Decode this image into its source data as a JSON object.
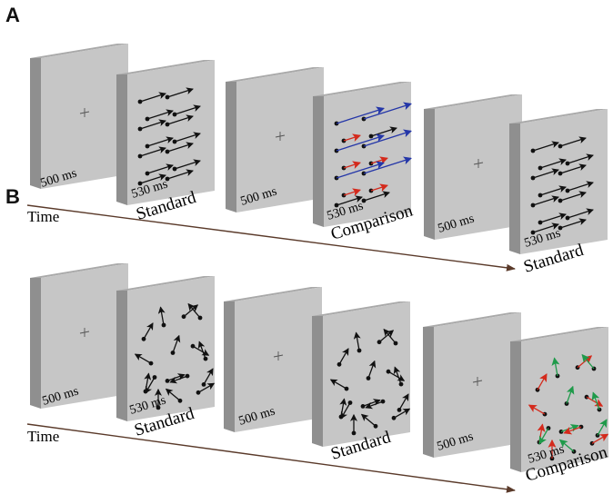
{
  "panels": [
    {
      "letter": "A",
      "time_label": "Time",
      "frames": [
        {
          "kind": "fixation",
          "duration": "500 ms",
          "caption": ""
        },
        {
          "kind": "stimulus",
          "duration": "530 ms",
          "caption": "Standard",
          "pattern": "parallel",
          "arrow_colors": [
            "black"
          ]
        },
        {
          "kind": "fixation",
          "duration": "500 ms",
          "caption": ""
        },
        {
          "kind": "stimulus",
          "duration": "530 ms",
          "caption": "Comparison",
          "pattern": "parallel",
          "arrow_colors": [
            "blue",
            "red",
            "black"
          ]
        },
        {
          "kind": "fixation",
          "duration": "500 ms",
          "caption": ""
        },
        {
          "kind": "stimulus",
          "duration": "530 ms",
          "caption": "Standard",
          "pattern": "parallel",
          "arrow_colors": [
            "black"
          ]
        }
      ]
    },
    {
      "letter": "B",
      "time_label": "Time",
      "frames": [
        {
          "kind": "fixation",
          "duration": "500 ms",
          "caption": ""
        },
        {
          "kind": "stimulus",
          "duration": "530 ms",
          "caption": "Standard",
          "pattern": "random",
          "arrow_colors": [
            "black"
          ]
        },
        {
          "kind": "fixation",
          "duration": "500 ms",
          "caption": ""
        },
        {
          "kind": "stimulus",
          "duration": "",
          "caption": "Standard",
          "pattern": "random",
          "arrow_colors": [
            "black"
          ]
        },
        {
          "kind": "fixation",
          "duration": "500 ms",
          "caption": ""
        },
        {
          "kind": "stimulus",
          "duration": "530 ms",
          "caption": "Comparison",
          "pattern": "random",
          "arrow_colors": [
            "red",
            "green"
          ]
        }
      ]
    }
  ],
  "colors": {
    "face": "#c6c6c6",
    "side": "#8f8f8f",
    "top": "#a9a9a9",
    "arrow_black": "#111111",
    "arrow_blue": "#2436a8",
    "arrow_red": "#d42a1c",
    "arrow_green": "#1f9a4a",
    "time_arrow": "#5a3a2a"
  }
}
